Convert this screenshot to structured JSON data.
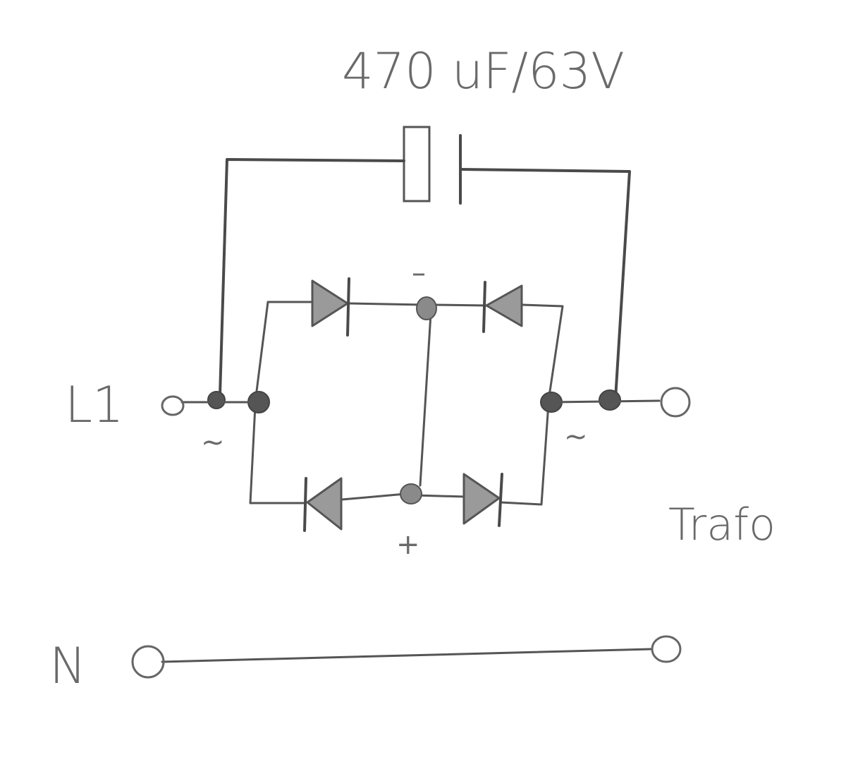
{
  "capacitor": {
    "label": "470 uF/63V"
  },
  "terminals": {
    "l1_label": "L1",
    "n_label": "N",
    "trafo_label": "Trafo"
  },
  "bridge": {
    "minus_label": "–",
    "plus_label": "+",
    "ac_left_label": "~",
    "ac_right_label": "~"
  },
  "colors": {
    "ink": "#555555",
    "diode_fill": "#9a9a9a",
    "paper": "#ffffff"
  }
}
